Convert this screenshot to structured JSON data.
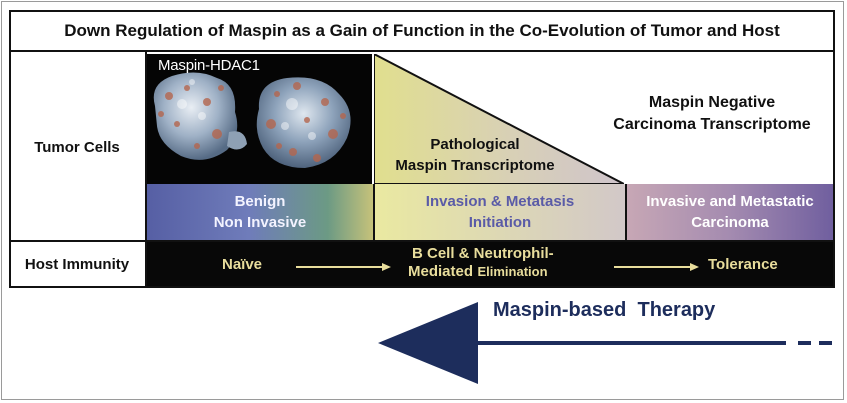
{
  "title": "Down Regulation of Maspin as a Gain of Function in the Co-Evolution of Tumor and Host",
  "rows": {
    "tumor_cells": "Tumor Cells",
    "host_immunity": "Host Immunity"
  },
  "protein_label": "Maspin-HDAC1",
  "transcriptome": {
    "pathological_line1": "Pathological",
    "pathological_line2": "Maspin Transcriptome",
    "negative_line1": "Maspin Negative",
    "negative_line2": "Carcinoma Transcriptome"
  },
  "stages": {
    "benign_line1": "Benign",
    "benign_line2": "Non Invasive",
    "invasion_line1": "Invasion & Metatasis",
    "invasion_line2": "Initiation",
    "carcinoma_line1": "Invasive and Metastatic",
    "carcinoma_line2": "Carcinoma"
  },
  "host": {
    "naive": "Naïve",
    "bcell_line1": "B Cell & Neutrophil-",
    "bcell_line2a": "Mediated",
    "bcell_line2b": "Elimination",
    "tolerance": "Tolerance"
  },
  "therapy": {
    "label": "Maspin-based  Therapy"
  },
  "colors": {
    "therapy_arrow": "#1d2d5c",
    "host_text": "#e8dd9c",
    "benign_stage": "#565fa4",
    "invasion_stage": "#eae9a1",
    "carcinoma_stage": "#705f9f"
  }
}
